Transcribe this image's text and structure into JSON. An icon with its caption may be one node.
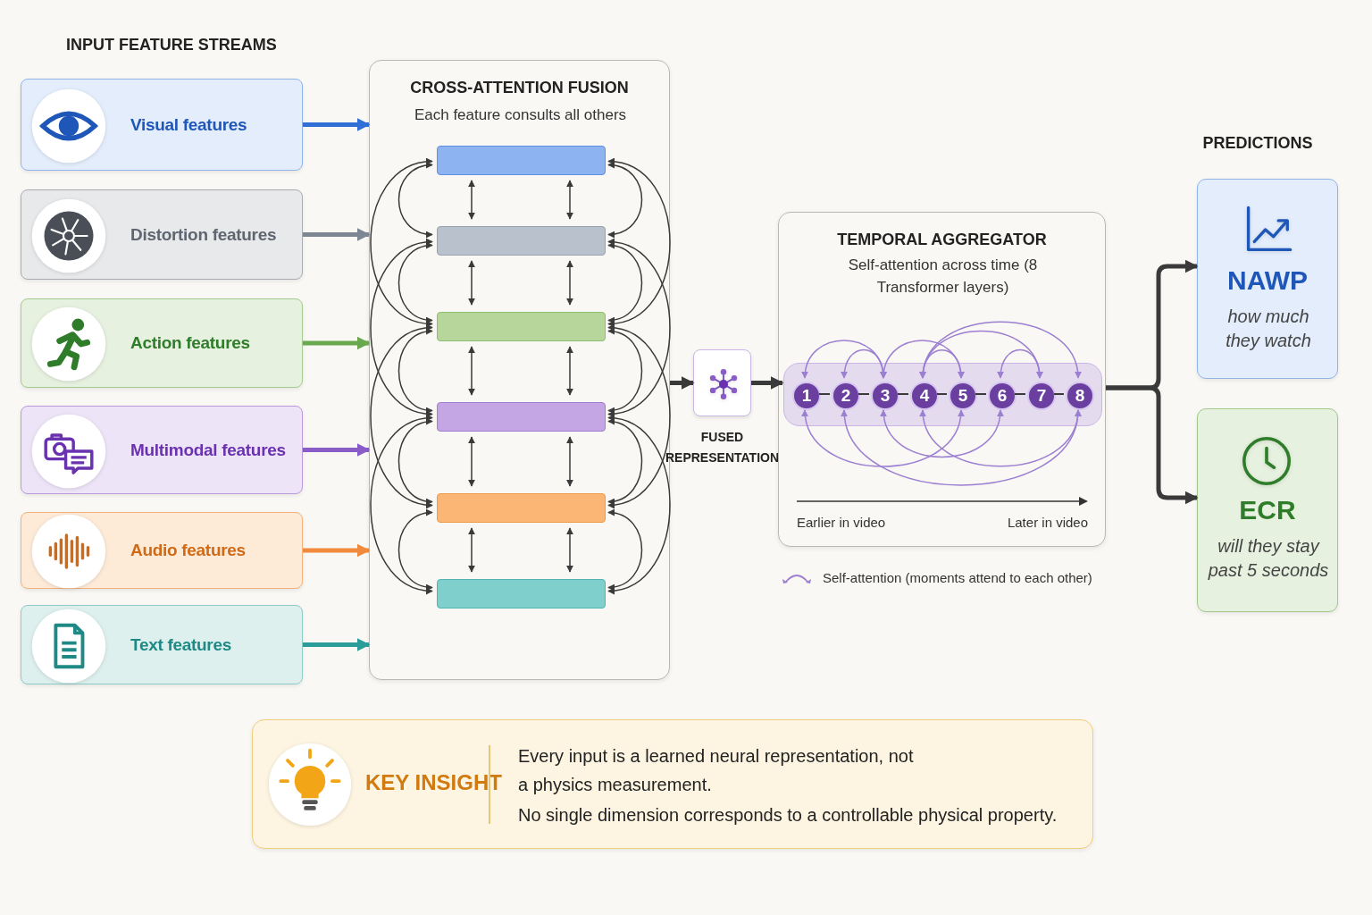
{
  "diagram": {
    "nodes": [
      {
        "text": [
          "Visual features"
        ]
      },
      {
        "text": [
          "Distortion features"
        ]
      },
      {
        "text": [
          "Action features"
        ]
      },
      {
        "text": [
          "Multimodal features"
        ]
      },
      {
        "text": [
          "Audio features"
        ]
      },
      {
        "text": [
          "Text features"
        ]
      },
      {
        "text": [
          "CROSS-ATTENTION FUSION",
          "Each feature consults all others"
        ]
      },
      {
        "text": [],
        "shape": "bar",
        "in": 6
      },
      {
        "text": [],
        "shape": "bar",
        "in": 6
      },
      {
        "text": [],
        "shape": "bar",
        "in": 6
      },
      {
        "text": [],
        "shape": "bar",
        "in": 6
      },
      {
        "text": [],
        "shape": "bar",
        "in": 6
      },
      {
        "text": [],
        "shape": "bar",
        "in": 6
      },
      {
        "text": [],
        "shape": "box",
        "beside": [
          "FUSED REPRESENTATION"
        ]
      },
      {
        "text": [
          "TEMPORAL AGGREGATOR",
          "Self-attention across time (8 Transformer layers)"
        ]
      },
      {
        "text": [],
        "shape": "bar",
        "in": 14
      },
      {
        "text": [
          "1"
        ],
        "in": 15
      },
      {
        "text": [
          "2"
        ],
        "in": 15
      },
      {
        "text": [
          "3"
        ],
        "in": 15
      },
      {
        "text": [
          "4"
        ],
        "in": 15
      },
      {
        "text": [
          "5"
        ],
        "in": 15
      },
      {
        "text": [
          "6"
        ],
        "in": 15
      },
      {
        "text": [
          "7"
        ],
        "in": 15
      },
      {
        "text": [
          "8"
        ],
        "in": 15
      },
      {
        "text": [
          "NAWP",
          "how much they watch"
        ]
      },
      {
        "text": [
          "ECR",
          "will they stay past 5 seconds"
        ]
      },
      {
        "text": [
          "KEY INSIGHT",
          "Every input is a learned neural representation, not a physics measurement.",
          "No single dimension corresponds to a controllable physical property."
        ]
      }
    ],
    "edges": [
      {
        "from": 0,
        "to": 6,
        "arrow": "to",
        "style": "thick",
        "color": "#2f6fd6"
      },
      {
        "from": 1,
        "to": 6,
        "arrow": "to",
        "style": "thick",
        "color": "#7d8794"
      },
      {
        "from": 2,
        "to": 6,
        "arrow": "to",
        "style": "thick",
        "color": "#6aa84f"
      },
      {
        "from": 3,
        "to": 6,
        "arrow": "to",
        "style": "thick",
        "color": "#8a5cc8"
      },
      {
        "from": 4,
        "to": 6,
        "arrow": "to",
        "style": "thick",
        "color": "#f08a3c"
      },
      {
        "from": 5,
        "to": 6,
        "arrow": "to",
        "style": "thick",
        "color": "#2a9d9a"
      },
      {
        "from": 6,
        "to": 13,
        "arrow": "to",
        "style": "thick"
      },
      {
        "from": 13,
        "to": 15,
        "arrow": "to",
        "style": "thick"
      },
      {
        "from": 14,
        "to": 24,
        "arrow": "to",
        "style": "thick"
      },
      {
        "from": 14,
        "to": 25,
        "arrow": "to",
        "style": "thick"
      },
      {
        "from": 7,
        "to": 8,
        "arrow": "both"
      },
      {
        "from": 7,
        "to": 8,
        "arrow": "both"
      },
      {
        "from": 7,
        "to": 8,
        "arrow": "both"
      },
      {
        "from": 7,
        "to": 8,
        "arrow": "both"
      },
      {
        "from": 8,
        "to": 9,
        "arrow": "both"
      },
      {
        "from": 8,
        "to": 9,
        "arrow": "both"
      },
      {
        "from": 8,
        "to": 9,
        "arrow": "both"
      },
      {
        "from": 8,
        "to": 9,
        "arrow": "both"
      },
      {
        "from": 9,
        "to": 10,
        "arrow": "both"
      },
      {
        "from": 9,
        "to": 10,
        "arrow": "both"
      },
      {
        "from": 9,
        "to": 10,
        "arrow": "both"
      },
      {
        "from": 9,
        "to": 10,
        "arrow": "both"
      },
      {
        "from": 10,
        "to": 11,
        "arrow": "both"
      },
      {
        "from": 10,
        "to": 11,
        "arrow": "both"
      },
      {
        "from": 10,
        "to": 11,
        "arrow": "both"
      },
      {
        "from": 10,
        "to": 11,
        "arrow": "both"
      },
      {
        "from": 11,
        "to": 12,
        "arrow": "both"
      },
      {
        "from": 11,
        "to": 12,
        "arrow": "both"
      },
      {
        "from": 11,
        "to": 12,
        "arrow": "both"
      },
      {
        "from": 11,
        "to": 12,
        "arrow": "both"
      },
      {
        "from": 7,
        "to": 9,
        "arrow": "both"
      },
      {
        "from": 7,
        "to": 9,
        "arrow": "both"
      },
      {
        "from": 8,
        "to": 10,
        "arrow": "both"
      },
      {
        "from": 8,
        "to": 10,
        "arrow": "both"
      },
      {
        "from": 9,
        "to": 11,
        "arrow": "both"
      },
      {
        "from": 9,
        "to": 11,
        "arrow": "both"
      },
      {
        "from": 10,
        "to": 12,
        "arrow": "both"
      },
      {
        "from": 10,
        "to": 12,
        "arrow": "both"
      },
      {
        "from": 16,
        "to": 17,
        "arrow": "none"
      },
      {
        "from": 17,
        "to": 18,
        "arrow": "none"
      },
      {
        "from": 18,
        "to": 19,
        "arrow": "none"
      },
      {
        "from": 19,
        "to": 20,
        "arrow": "none"
      },
      {
        "from": 20,
        "to": 21,
        "arrow": "none"
      },
      {
        "from": 21,
        "to": 22,
        "arrow": "none"
      },
      {
        "from": 22,
        "to": 23,
        "arrow": "none"
      },
      {
        "from": 16,
        "to": 18,
        "arrow": "both",
        "color": "#9b7fd0"
      },
      {
        "from": 17,
        "to": 18,
        "arrow": "both",
        "color": "#9b7fd0"
      },
      {
        "from": 18,
        "to": 20,
        "arrow": "both",
        "color": "#9b7fd0"
      },
      {
        "from": 19,
        "to": 20,
        "arrow": "both",
        "color": "#9b7fd0"
      },
      {
        "from": 19,
        "to": 22,
        "arrow": "both",
        "color": "#9b7fd0"
      },
      {
        "from": 19,
        "to": 23,
        "arrow": "both",
        "color": "#9b7fd0"
      },
      {
        "from": 21,
        "to": 22,
        "arrow": "both",
        "color": "#9b7fd0"
      },
      {
        "from": 16,
        "to": 20,
        "arrow": "both",
        "color": "#9b7fd0"
      },
      {
        "from": 17,
        "to": 23,
        "arrow": "both",
        "color": "#9b7fd0"
      },
      {
        "from": 18,
        "to": 21,
        "arrow": "both",
        "color": "#9b7fd0"
      },
      {
        "from": 19,
        "to": 23,
        "arrow": "both",
        "color": "#9b7fd0"
      }
    ],
    "labels": [
      "INPUT FEATURE STREAMS",
      "PREDICTIONS",
      "Earlier in video",
      "Later in video"
    ],
    "legend": [
      {
        "text": "Self-attention (moments attend to each other)"
      }
    ]
  }
}
